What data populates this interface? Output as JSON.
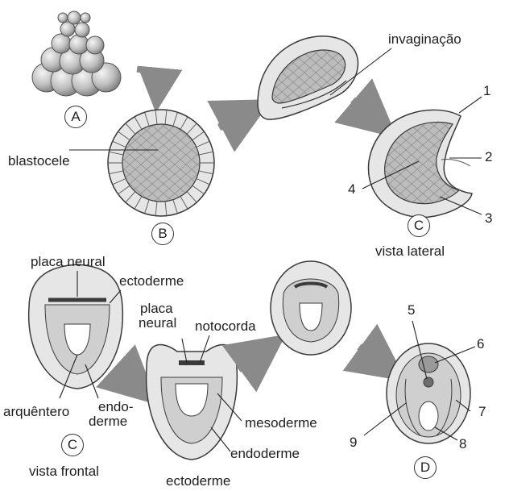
{
  "stages": {
    "a": "A",
    "b": "B",
    "c_lateral": "C",
    "c_frontal": "C",
    "d": "D"
  },
  "labels": {
    "blastocele": "blastocele",
    "invaginacao": "invaginação",
    "vista_lateral": "vista lateral",
    "placa_neural_1": "placa neural",
    "ectoderme_1": "ectoderme",
    "arquentero": "arquêntero",
    "endoderme_split_1": "endo-",
    "endoderme_split_2": "derme",
    "vista_frontal": "vista frontal",
    "placa_2": "placa",
    "neural_2": "neural",
    "notocorda": "notocorda",
    "mesoderme": "mesoderme",
    "endoderme": "endoderme",
    "ectoderme_2": "ectoderme"
  },
  "numbers": {
    "n1": "1",
    "n2": "2",
    "n3": "3",
    "n4": "4",
    "n5": "5",
    "n6": "6",
    "n7": "7",
    "n8": "8",
    "n9": "9"
  },
  "colors": {
    "cell_fill": "#e6e6e6",
    "interior": "#bdbdbd",
    "outline": "#3a3a3a",
    "arrow": "#8a8a8a"
  }
}
